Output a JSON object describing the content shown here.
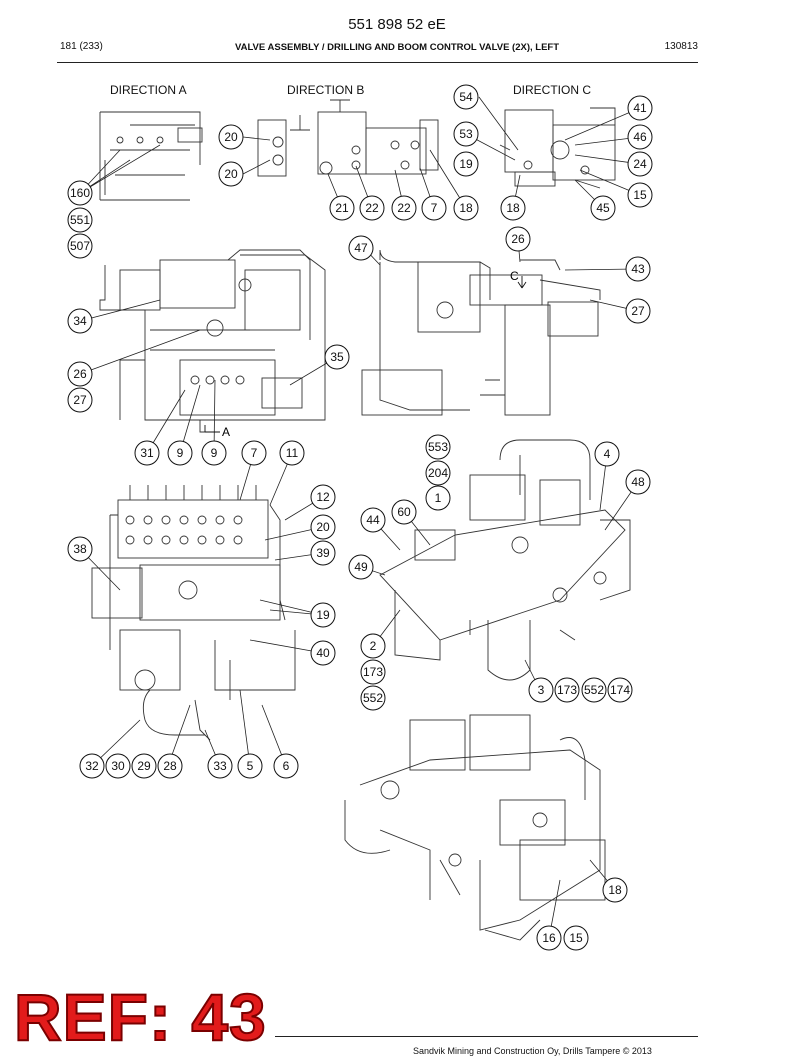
{
  "header": {
    "doc_code": "551 898 52 eE",
    "page": "181 (233)",
    "title": "VALVE ASSEMBLY / DRILLING AND BOOM CONTROL VALVE (2X), LEFT",
    "date": "130813"
  },
  "directions": [
    "DIRECTION A",
    "DIRECTION B",
    "DIRECTION C"
  ],
  "view_markers": {
    "a": "A",
    "c": "C"
  },
  "callouts": [
    "54",
    "41",
    "53",
    "46",
    "19",
    "24",
    "15",
    "45",
    "18",
    "20",
    "20",
    "21",
    "22",
    "22",
    "7",
    "18",
    "160",
    "551",
    "507",
    "26",
    "47",
    "43",
    "27",
    "34",
    "35",
    "26",
    "27",
    "31",
    "9",
    "9",
    "7",
    "11",
    "553",
    "204",
    "1",
    "4",
    "48",
    "12",
    "20",
    "39",
    "38",
    "19",
    "40",
    "44",
    "60",
    "49",
    "2",
    "173",
    "552",
    "3",
    "173",
    "552",
    "174",
    "32",
    "30",
    "29",
    "28",
    "33",
    "5",
    "6",
    "18",
    "16",
    "15"
  ],
  "stamp": "REF: 43",
  "footer": "Sandvik Mining and Construction Oy, Drills Tampere © 2013"
}
